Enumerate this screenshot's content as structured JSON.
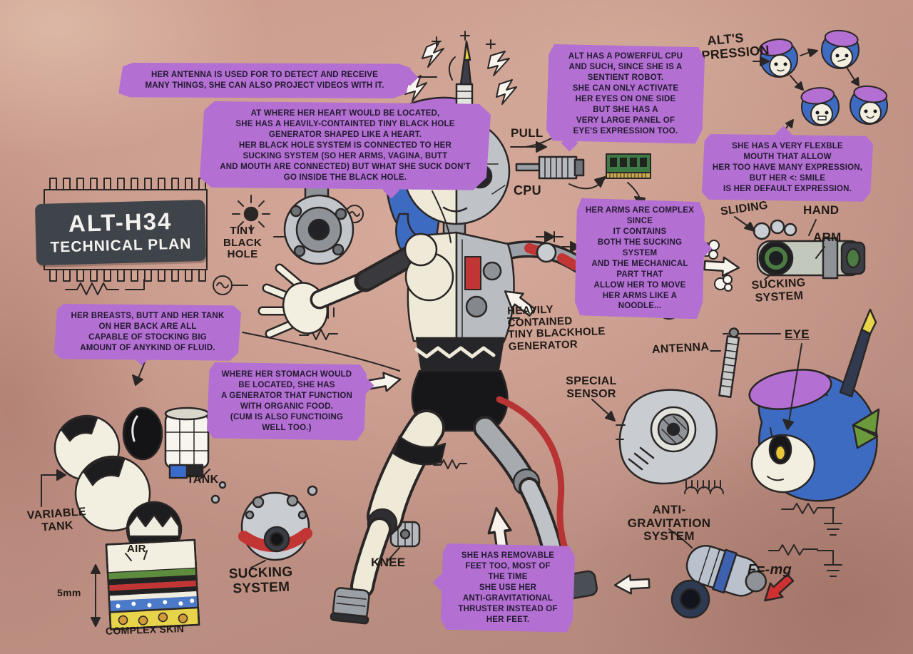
{
  "colors": {
    "paper": "#c49486",
    "callout_purple": "#b36fd2",
    "title_bg": "#3f444a",
    "title_text": "#f4f2ee",
    "ink": "#2a2626",
    "accent_red": "#c23535",
    "hair_blue": "#3e6bc2",
    "beret_purple": "#b36fd2",
    "bow_green": "#6b9a3c"
  },
  "title_block": {
    "line1": "ALT-H34",
    "line2": "TECHNICAL PLAN"
  },
  "callouts": {
    "antenna": "HER ANTENNA IS USED FOR TO DETECT AND RECEIVE\nMANY THINGS, SHE CAN ALSO PROJECT VIDEOS WITH IT.",
    "heart": "AT WHERE HER HEART WOULD BE LOCATED,\nSHE HAS A HEAVILY-CONTAINTED TINY BLACK HOLE\nGENERATOR SHAPED LIKE A HEART.\nHER BLACK HOLE SYSTEM IS CONNECTED TO HER\nSUCKING SYSTEM (SO HER ARMS, VAGINA, BUTT\nAND MOUTH ARE CONNECTED) BUT WHAT SHE SUCK DON'T\nGO INSIDE THE BLACK HOLE.",
    "cpu": "ALT HAS A POWERFUL CPU\nAND SUCH, SINCE SHE IS A\nSENTIENT ROBOT.\nSHE CAN ONLY ACTIVATE\nHER EYES ON ONE SIDE\nBUT SHE HAS A\nVERY LARGE PANEL OF\nEYE'S EXPRESSION TOO.",
    "mouth": "SHE HAS A VERY FLEXBLE\nMOUTH THAT ALLOW\nHER TOO HAVE MANY EXPRESSION,\nBUT HER <: SMILE\nIS HER DEFAULT EXPRESSION.",
    "arms": "HER ARMS ARE COMPLEX SINCE\nIT CONTAINS\nBOTH THE SUCKING SYSTEM\nAND THE MECHANICAL\nPART THAT\nALLOW HER TO MOVE\nHER ARMS LIKE A NOODLE...",
    "fluids": "HER BREASTS, BUTT AND HER TANK\nON HER BACK ARE ALL\nCAPABLE OF STOCKING BIG\nAMOUNT OF ANYKIND OF FLUID.",
    "stomach": "WHERE HER STOMACH WOULD\nBE LOCATED, SHE HAS\nA GENERATOR THAT FUNCTION\nWITH ORGANIC FOOD.\n(CUM IS ALSO FUNCTIOING\nWELL TOO.)",
    "feet": "SHE HAS REMOVABLE\nFEET TOO, MOST OF\nTHE TIME\nSHE USE HER\nANTI-GRAVITATIONAL\nTHRUSTER INSTEAD OF\nHER FEET."
  },
  "labels": {
    "alts_expression": "ALT'S\nEXPRESSION",
    "pull": "PULL",
    "cpu": "CPU",
    "tiny_black_hole": "TINY\nBLACK\nHOLE",
    "sliding": "SLIDING",
    "hand": "HAND",
    "arm": "ARM",
    "sucking_system_right": "SUCKING\nSYSTEM",
    "heavily_contained": "HEAVILY\nCONTAINED\nTINY BLACKHOLE\nGENERATOR",
    "antenna": "ANTENNA",
    "eye": "EYE",
    "special_sensor": "SPECIAL\nSENSOR",
    "anti_gravitation": "ANTI-\nGRAVITATION\nSYSTEM",
    "tank": "TANK",
    "variable_tank": "VARIABLE\nTANK",
    "air": "AIR",
    "five_mm": "5mm",
    "complex_skin": "COMPLEX SKIN",
    "sucking_system_bottom": "SUCKING\nSYSTEM",
    "knee": "KNEE",
    "f_equals_mg": "F=-mg"
  }
}
